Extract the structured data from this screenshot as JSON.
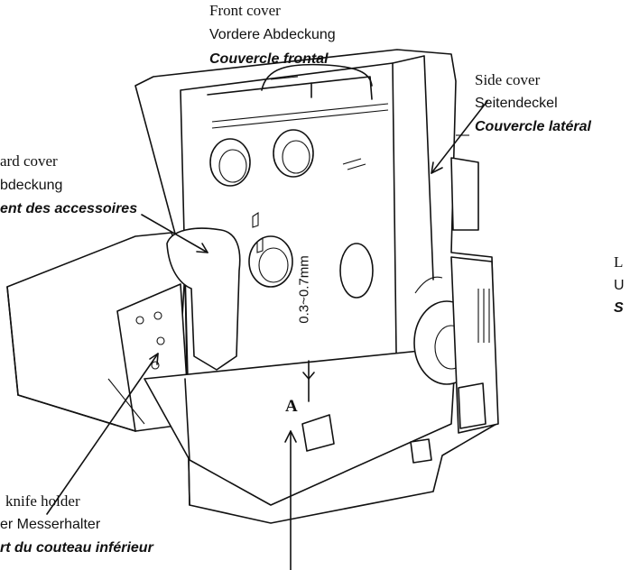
{
  "labels": {
    "front_cover": {
      "en": "Front cover",
      "de": "Vordere Abdeckung",
      "fr": "Couvercle frontal"
    },
    "side_cover": {
      "en": "Side cover",
      "de": "Seitendeckel",
      "fr": "Couvercle latéral"
    },
    "accessory_cover": {
      "en": "ard cover",
      "de": "bdeckung",
      "fr": "ent des accessoires"
    },
    "knife_holder": {
      "en": "knife holder",
      "de": "er Messerhalter",
      "fr": "rt du couteau inférieur"
    },
    "right_partial": {
      "line1": "L",
      "line2": "U",
      "line3": "S"
    },
    "gap_measurement": "0.3~0.7mm",
    "point_label": "A"
  }
}
